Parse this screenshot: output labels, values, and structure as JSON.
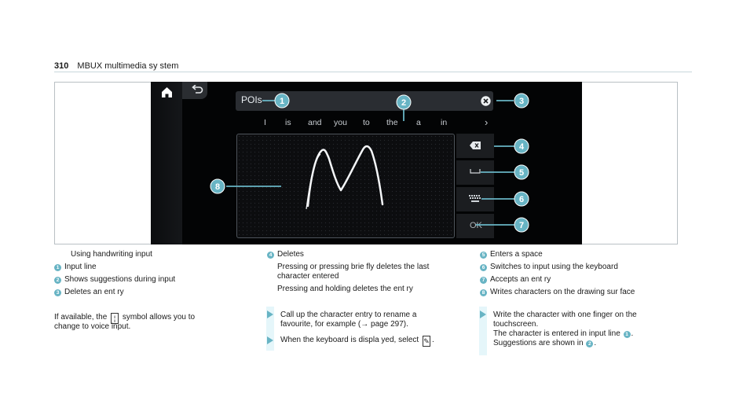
{
  "header": {
    "page_number": "310",
    "title": "MBUX multimedia sy stem"
  },
  "screen": {
    "input_text": "POIs",
    "suggestions": [
      "I",
      "is",
      "and",
      "you",
      "to",
      "the",
      "a",
      "in"
    ],
    "more": "›",
    "ok_label": "OK",
    "callouts": [
      "1",
      "2",
      "3",
      "4",
      "5",
      "6",
      "7",
      "8"
    ]
  },
  "col1": {
    "caption": "Using handwriting input",
    "items": [
      {
        "n": "1",
        "text": "Input line"
      },
      {
        "n": "2",
        "text": "Shows suggestions during input"
      },
      {
        "n": "3",
        "text": "Deletes an ent ry"
      }
    ],
    "note_before": "If available, the",
    "note_after": "symbol allows you to",
    "note_line2": "change to voice input."
  },
  "col2": {
    "item4_n": "4",
    "item4_title": "Deletes",
    "item4_lines": [
      "Pressing or pressing brie fly deletes the last",
      "character entered",
      "Pressing and holding deletes the ent ry"
    ],
    "step1_lines": [
      "Call up the character entry to rename a",
      "favourite, for example (→ page 297)."
    ],
    "step2_before": "When the keyboard is displa yed, select",
    "step2_after": "."
  },
  "col3": {
    "items": [
      {
        "n": "5",
        "text": "Enters a space"
      },
      {
        "n": "6",
        "text": "Switches to input using the keyboard"
      },
      {
        "n": "7",
        "text": "Accepts an ent ry"
      },
      {
        "n": "8",
        "text": "Writes characters on the drawing sur face"
      }
    ],
    "step_lines": [
      "Write the character with one finger on the",
      "touchscreen."
    ],
    "step_line3_before": "The character is entered in input line",
    "step_line3_ref": "1",
    "step_line3_after": ".",
    "step_line4_before": "Suggestions are shown in",
    "step_line4_ref": "2",
    "step_line4_after": "."
  },
  "colors": {
    "accent": "#68b4c4",
    "accent_light": "#e5f6fa",
    "screen_bg": "#030405"
  }
}
